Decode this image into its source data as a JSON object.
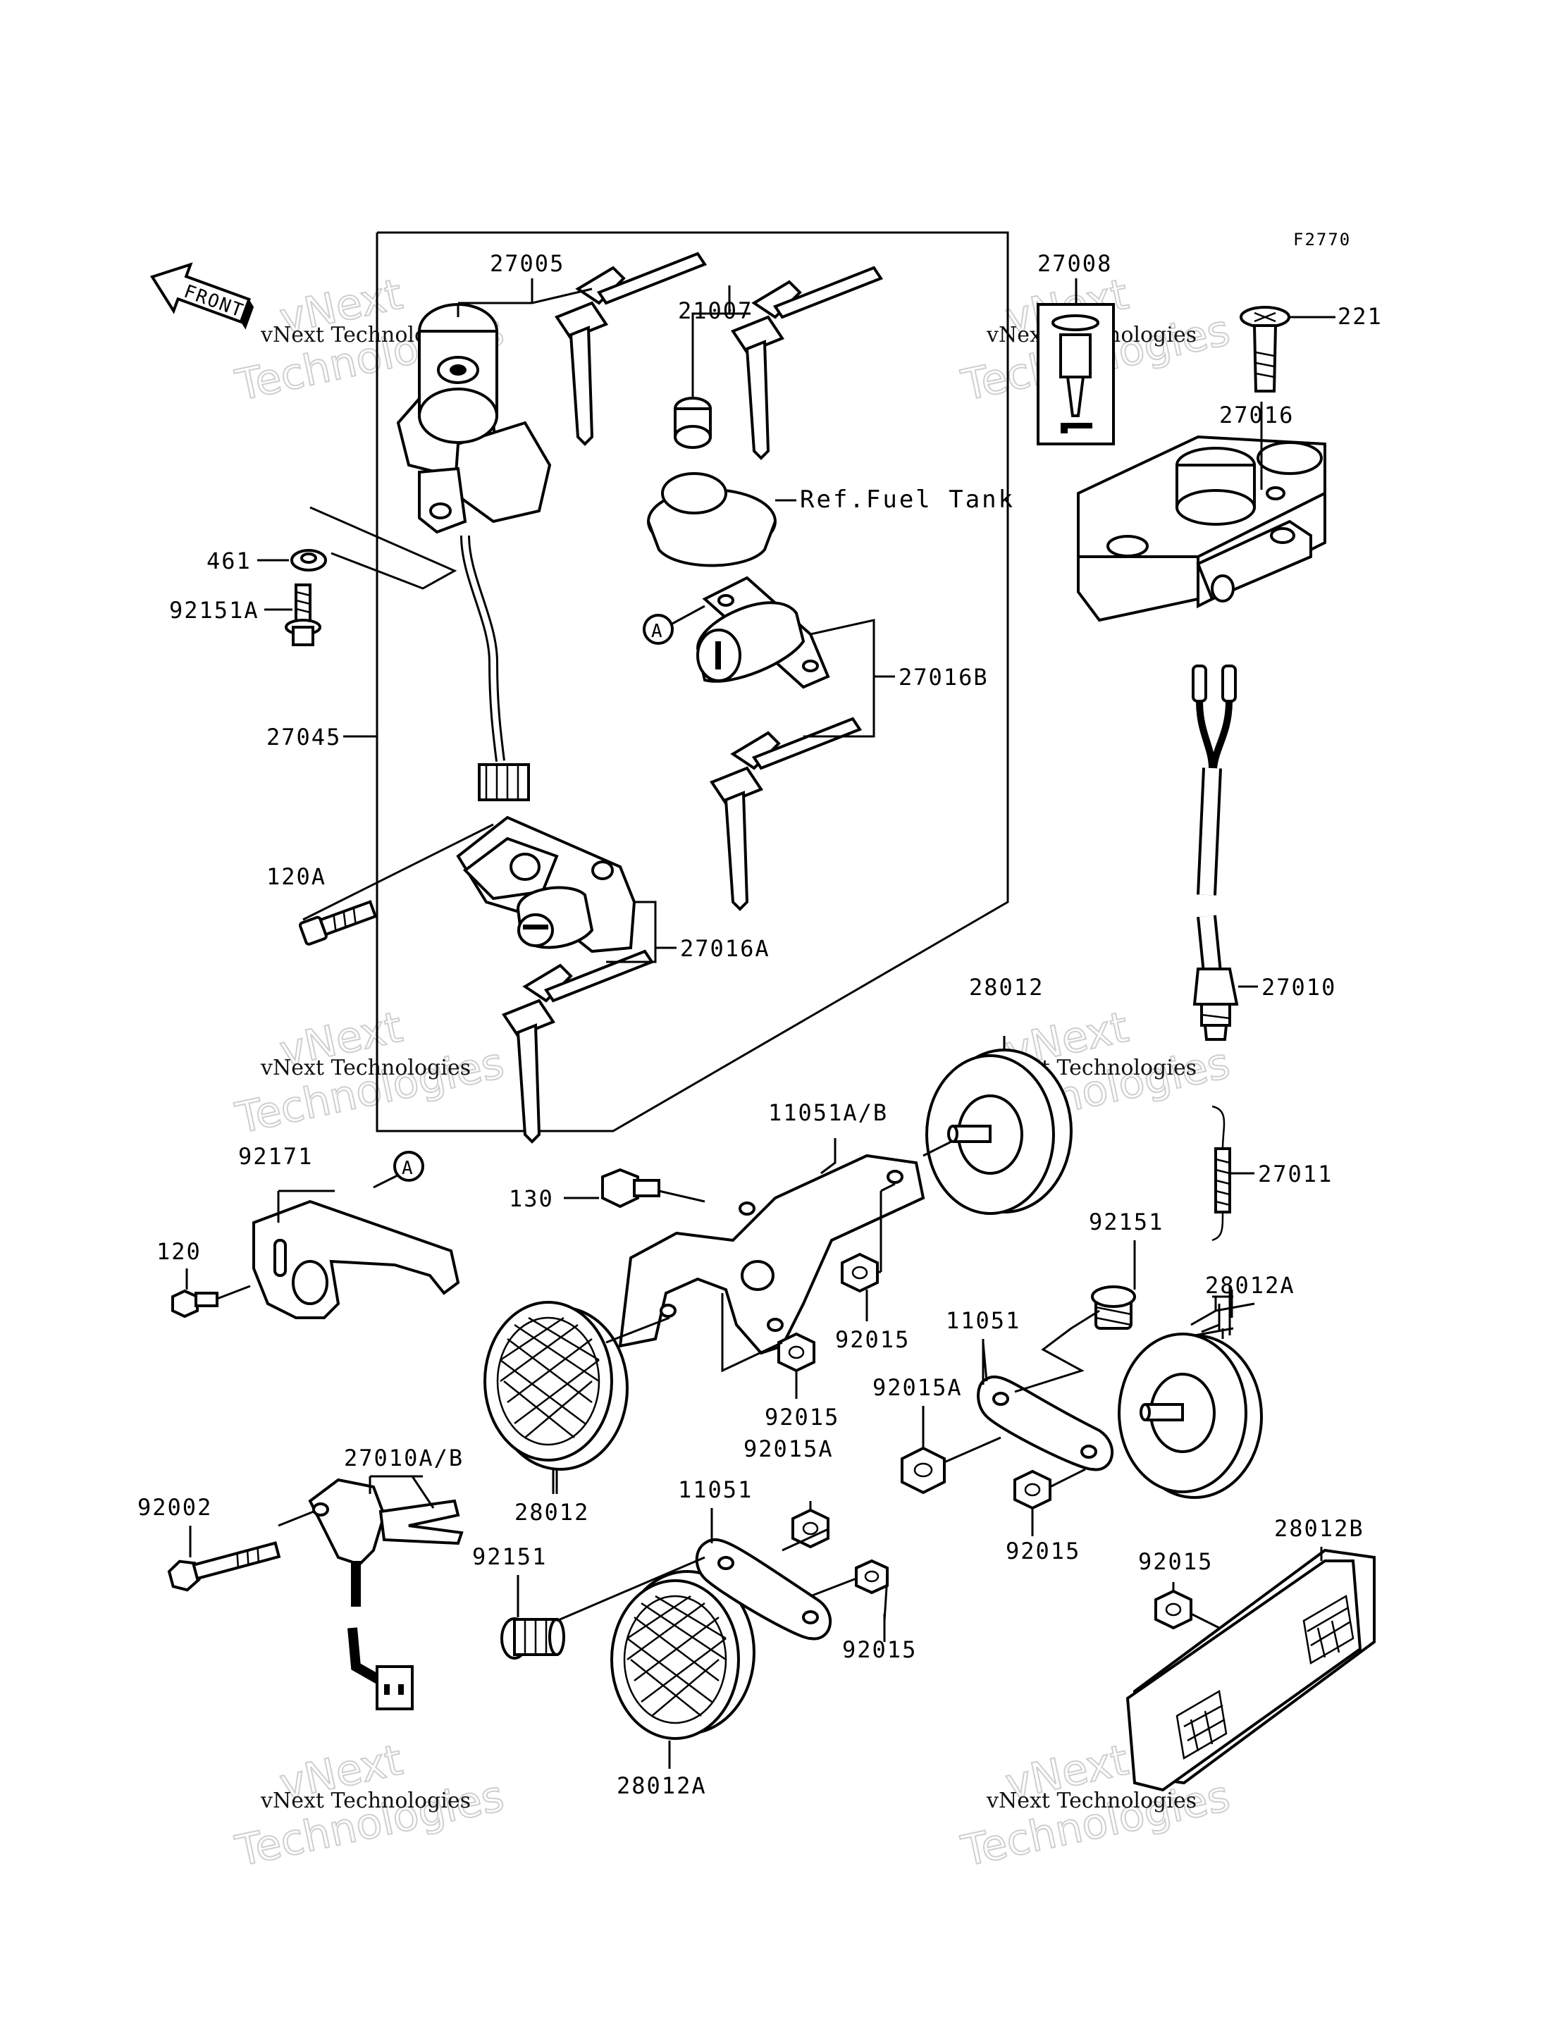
{
  "figure_code": "F2770",
  "front_label": "FRONT",
  "reference_label": "Ref.Fuel Tank",
  "callout_letter": "A",
  "watermark": {
    "line1": "vNext Technologies",
    "line2": "vNext",
    "line3": "Technologies"
  },
  "parts": [
    "27005",
    "21007",
    "27008",
    "221",
    "27016",
    "461",
    "92151A",
    "27016B",
    "27045",
    "120A",
    "27016A",
    "27010",
    "28012",
    "11051A/B",
    "130",
    "27011",
    "92171",
    "120",
    "92151",
    "28012A",
    "92015",
    "11051",
    "92015A",
    "92015",
    "27010A/B",
    "92002",
    "28012",
    "92015A",
    "11051",
    "92151",
    "92015",
    "92015",
    "28012B",
    "92015",
    "28012A"
  ]
}
